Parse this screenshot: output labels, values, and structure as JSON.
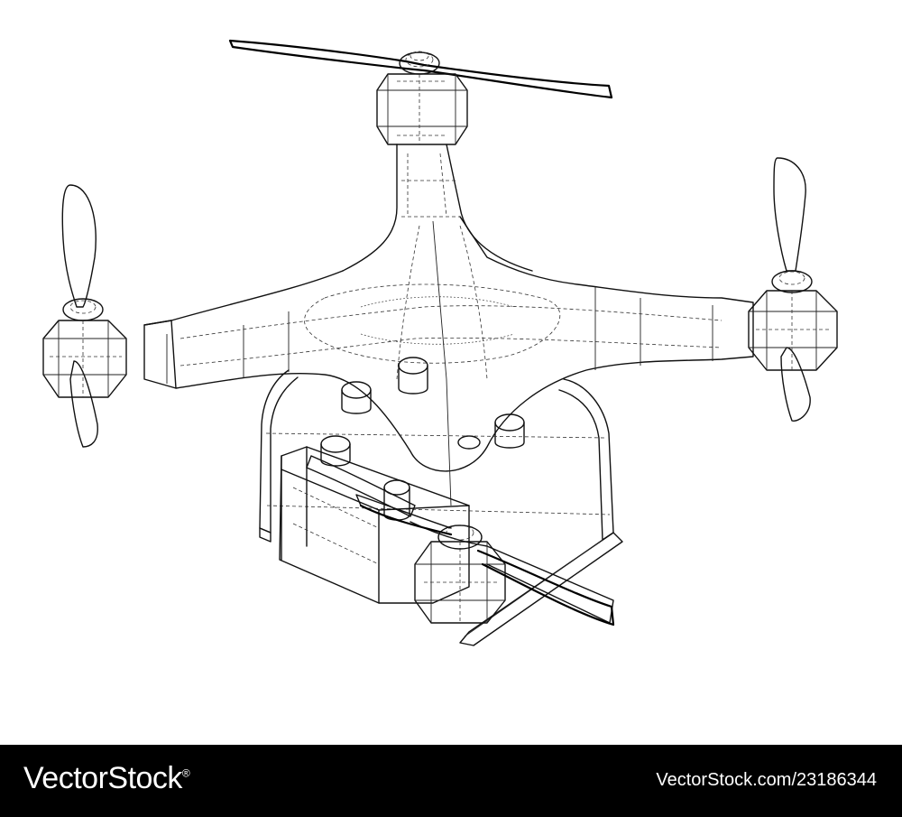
{
  "footer": {
    "brand": "VectorStock",
    "brand_mark": "®",
    "credit": "VectorStock.com/23186344",
    "background": "#000000",
    "text_color": "#ffffff"
  },
  "artwork": {
    "subject": "quadcopter-drone-wireframe",
    "line_color": "#111111",
    "background": "#ffffff"
  }
}
